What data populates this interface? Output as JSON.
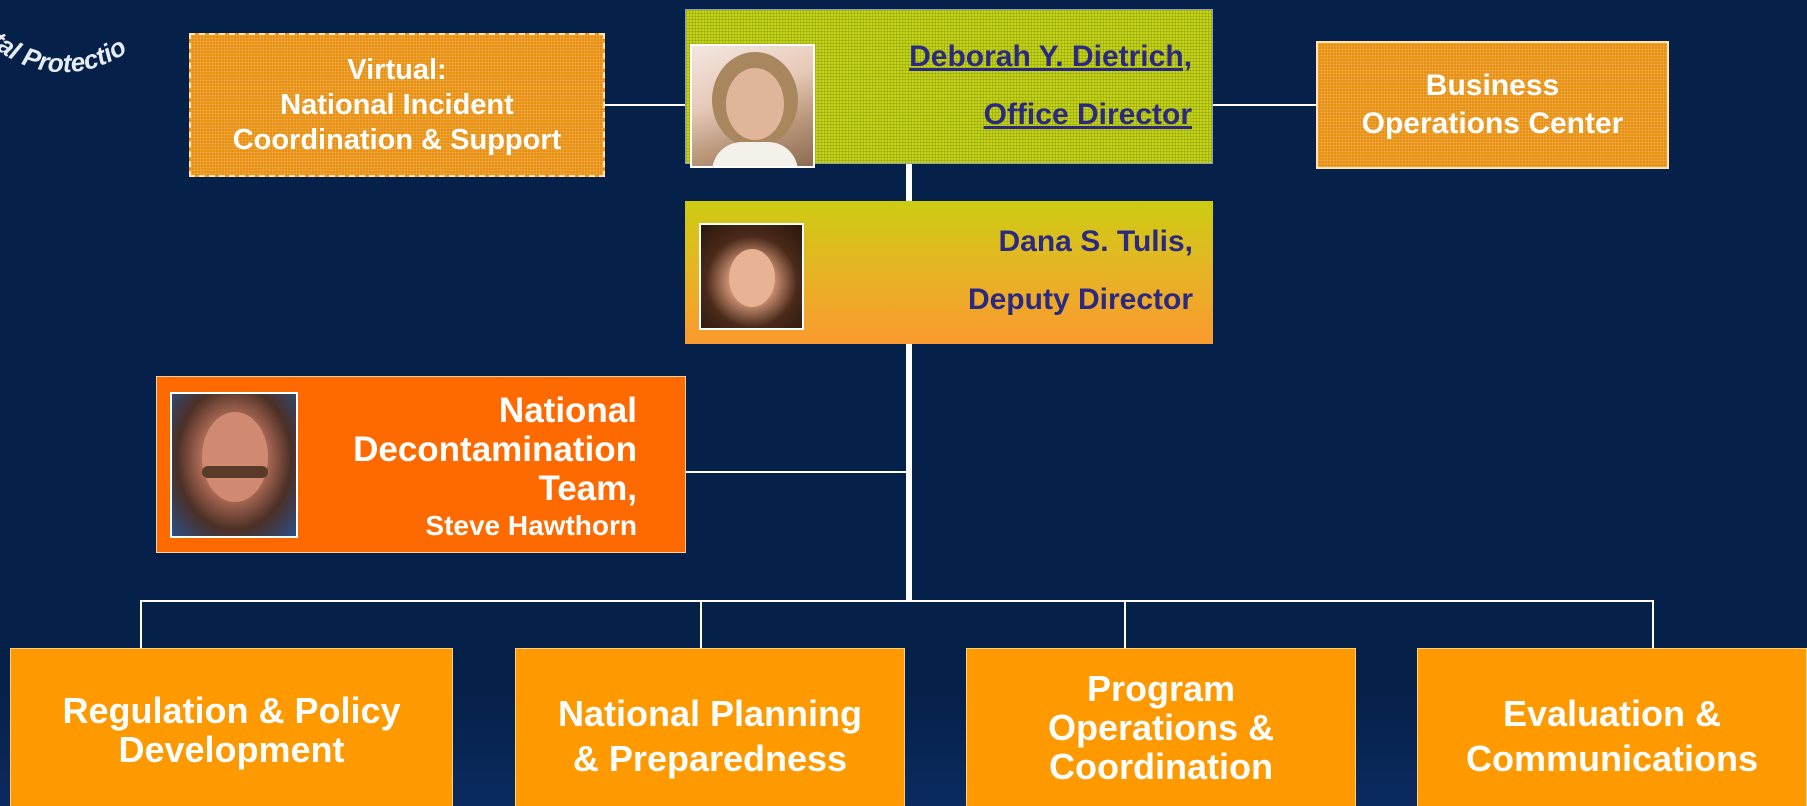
{
  "seal": {
    "arc_text": "ental Protectio"
  },
  "virtual_unit": {
    "lines": [
      "Virtual:",
      "National Incident",
      "Coordination & Support"
    ]
  },
  "director": {
    "name": "Deborah Y. Dietrich,",
    "title": "Office Director"
  },
  "business_center": {
    "lines": [
      "Business",
      "Operations Center"
    ]
  },
  "deputy": {
    "name": "Dana S. Tulis,",
    "title": "Deputy Director"
  },
  "decon_team": {
    "title_lines": [
      "National",
      "Decontamination",
      "Team,"
    ],
    "leader": "Steve Hawthorn"
  },
  "divisions": [
    {
      "lines": [
        "Regulation & Policy",
        "Development"
      ]
    },
    {
      "lines": [
        "National Planning",
        "& Preparedness"
      ]
    },
    {
      "lines": [
        "Program",
        "Operations &",
        "Coordination"
      ]
    },
    {
      "lines": [
        "Evaluation &",
        "Communications"
      ]
    }
  ],
  "colors": {
    "background": "#05214a",
    "director_fill": "#c4d21a",
    "name_text": "#2b2a80",
    "orange_box": "#e8900f",
    "decon_fill": "#ff6a00",
    "division_fill": "#ff9900",
    "connector": "#ffffff"
  }
}
